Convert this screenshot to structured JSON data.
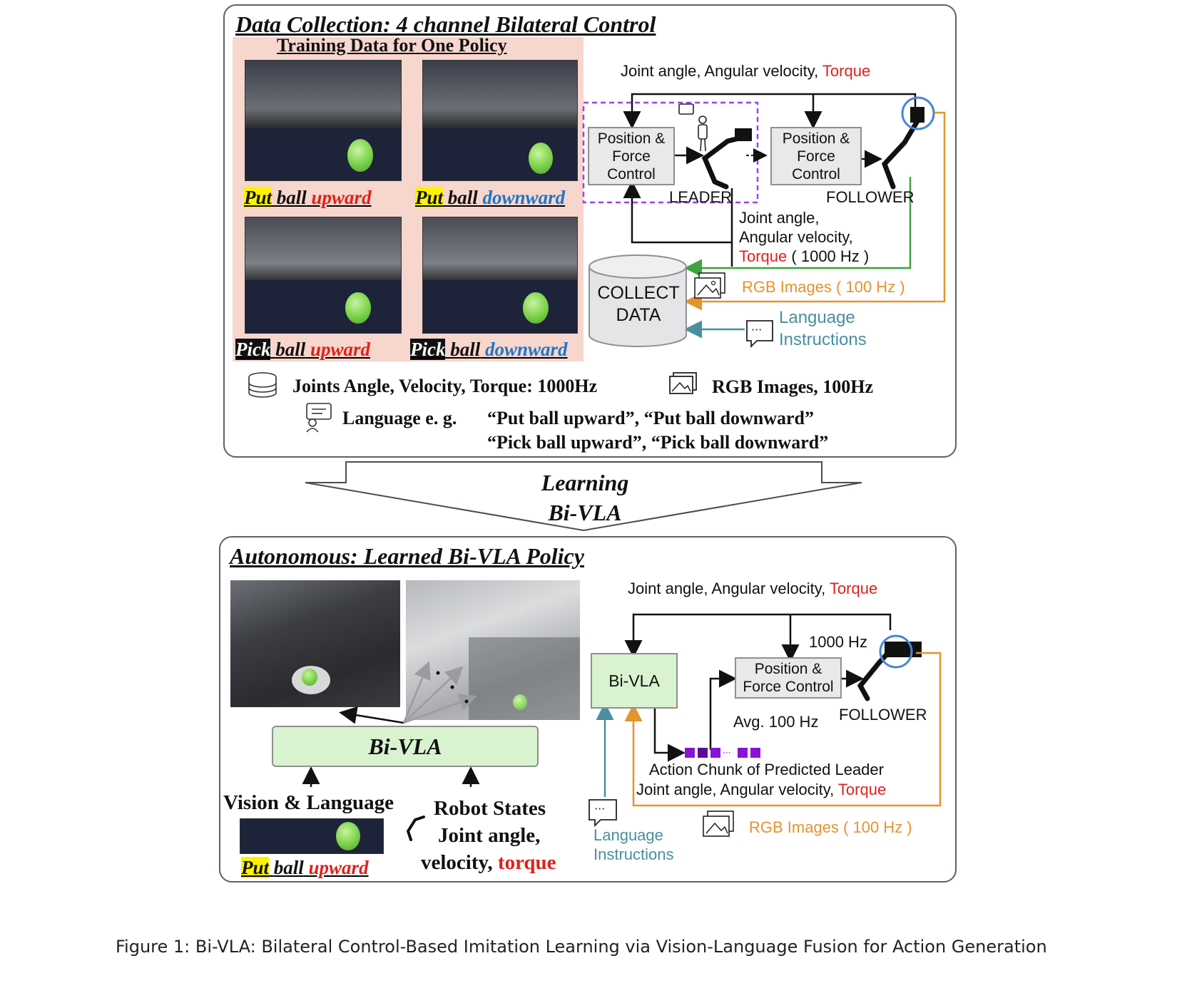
{
  "top": {
    "title": "Data Collection: 4 channel Bilateral Control",
    "training_title": "Training Data for One Policy",
    "tasks": [
      {
        "verb": "Put",
        "object": "ball",
        "direction": "upward",
        "dir_color": "#e0201c",
        "verb_style": "yellow"
      },
      {
        "verb": "Put",
        "object": "ball",
        "direction": "downward",
        "dir_color": "#1d76c8",
        "verb_style": "yellow"
      },
      {
        "verb": "Pick",
        "object": "ball",
        "direction": "upward",
        "dir_color": "#e0201c",
        "verb_style": "black"
      },
      {
        "verb": "Pick",
        "object": "ball",
        "direction": "downward",
        "dir_color": "#1d76c8",
        "verb_style": "black"
      }
    ],
    "feedback_label": {
      "plain": "Joint angle, Angular velocity,",
      "red": "Torque"
    },
    "leader_control": "Position & Force Control",
    "follower_control": "Position & Force Control",
    "leader_label": "LEADER",
    "follower_label": "FOLLOWER",
    "joint_data": {
      "line1": "Joint angle,",
      "line2": "Angular velocity,",
      "red": "Torque",
      "rate": "( 1000 Hz )"
    },
    "collect_data": "COLLECT DATA",
    "rgb_label": "RGB Images ( 100 Hz )",
    "language_label_1": "Language",
    "language_label_2": "Instructions",
    "legend_joints": "Joints  Angle, Velocity, Torque:  1000Hz",
    "legend_rgb": "RGB Images, 100Hz",
    "legend_language": "Language  e. g.",
    "examples_1": "“Put ball upward”, “Put ball downward”",
    "examples_2": "“Pick ball upward”, “Pick ball downward”"
  },
  "middle": {
    "line1": "Learning",
    "line2": "Bi-VLA"
  },
  "bottom": {
    "title": "Autonomous:  Learned Bi-VLA Policy",
    "bivla_block": "Bi-VLA",
    "vision_language": "Vision & Language",
    "put_task": {
      "verb": "Put",
      "object": "ball",
      "direction": "upward"
    },
    "robot_states": "Robot States",
    "joint_angle": "Joint angle,",
    "velocity": "velocity,",
    "torque": "torque",
    "feedback_label": {
      "plain": "Joint angle, Angular velocity,",
      "red": "Torque"
    },
    "bivla_small": "Bi-VLA",
    "freq_1000": "1000 Hz",
    "control": "Position & Force Control",
    "avg_100": "Avg. 100 Hz",
    "follower_label": "FOLLOWER",
    "action_chunk": "Action Chunk of Predicted Leader",
    "action_vars": {
      "plain": "Joint angle,  Angular velocity,",
      "red": "Torque"
    },
    "rgb_label": "RGB Images ( 100 Hz )",
    "language_label_1": "Language",
    "language_label_2": "Instructions"
  },
  "caption": "Figure 1: Bi-VLA: Bilateral Control-Based Imitation Learning via Vision-Language Fusion for Action Generation",
  "colors": {
    "red": "#e0201c",
    "blue": "#1d76c8",
    "orange": "#e5932f",
    "teal": "#4a8ea1",
    "green": "#3ea33c",
    "purple": "#8a12d6",
    "bivla_fill": "#d9f2d0"
  }
}
